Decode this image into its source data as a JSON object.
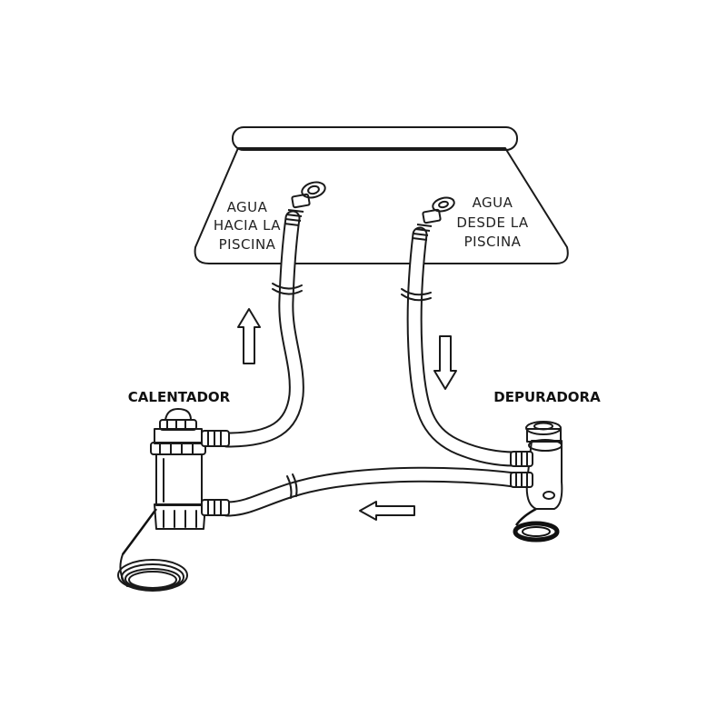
{
  "pool": {
    "inlet_label": [
      "AGUA",
      "HACIA LA",
      "PISCINA"
    ],
    "outlet_label": [
      "AGUA",
      "DESDE LA",
      "PISCINA"
    ]
  },
  "devices": {
    "heater_label": "CALENTADOR",
    "filter_label": "DEPURADORA"
  },
  "flow_arrows": [
    "up",
    "down",
    "left"
  ],
  "colors": {
    "line": "#1a1a1a",
    "fill": "#ffffff",
    "cable": "#111111"
  }
}
